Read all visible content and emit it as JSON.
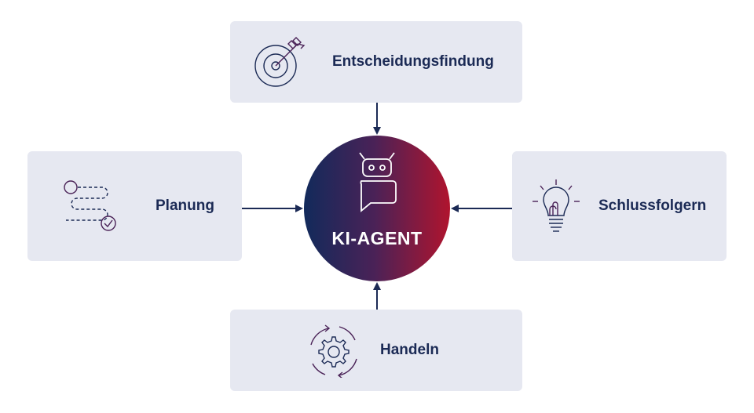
{
  "center": {
    "label": "KI-AGENT"
  },
  "nodes": {
    "top": {
      "label": "Entscheidungsfindung",
      "icon": "target-arrow-icon"
    },
    "left": {
      "label": "Planung",
      "icon": "path-checkpoint-icon"
    },
    "right": {
      "label": "Schlussfolgern",
      "icon": "lightbulb-icon"
    },
    "bottom": {
      "label": "Handeln",
      "icon": "gear-cycle-icon"
    }
  },
  "colors": {
    "card_bg": "#e6e8f1",
    "navy": "#1b2a55",
    "icon_purple": "#4a2257",
    "gradient_start": "#122a5b",
    "gradient_end": "#b0142e"
  }
}
